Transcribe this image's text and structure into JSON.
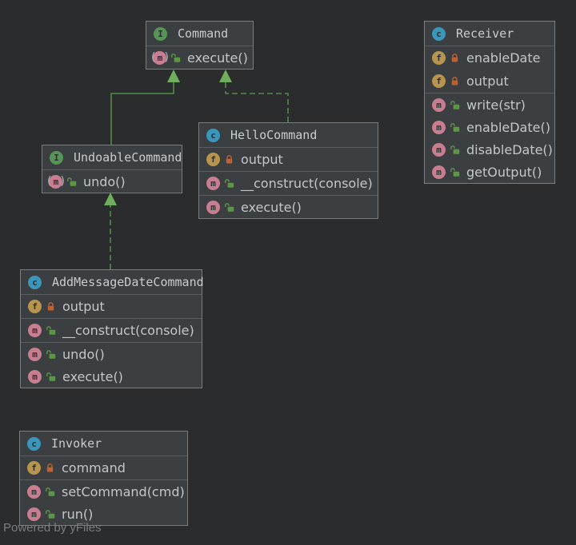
{
  "watermark": {
    "label": "Powered by yFiles"
  },
  "icons": {
    "interface_letter": "I",
    "class_letter": "c",
    "field_letter": "f",
    "method_letter": "m",
    "paren_open": "(",
    "paren_close": ")"
  },
  "colors": {
    "background": "#2a2c2e",
    "node_fill": "#3c3f42",
    "node_border": "#7a7c7e",
    "section_separator": "#5a5d60",
    "header_text": "#c9ccce",
    "member_text": "#c3c7c9",
    "edge_line_green": "#538c49",
    "edge_arrowhead_green": "#6fae5c",
    "interface_icon": "#579457",
    "class_icon": "#3a96ba",
    "field_icon": "#b8954e",
    "method_icon": "#c87e90",
    "private_lock": "#c2612e",
    "public_lock": "#5c9744",
    "watermark_text": "#7b7d7f"
  },
  "classes": [
    {
      "name": "Command",
      "kind": "interface",
      "sections": [
        {
          "kind": "methods",
          "rows": [
            {
              "label": "execute()",
              "member": "method",
              "visibility": "public",
              "abstract": true
            }
          ]
        }
      ]
    },
    {
      "name": "Receiver",
      "kind": "class",
      "sections": [
        {
          "kind": "fields",
          "rows": [
            {
              "label": "enableDate",
              "member": "field",
              "visibility": "private"
            },
            {
              "label": "output",
              "member": "field",
              "visibility": "private"
            }
          ]
        },
        {
          "kind": "methods",
          "rows": [
            {
              "label": "write(str)",
              "member": "method",
              "visibility": "public"
            },
            {
              "label": "enableDate()",
              "member": "method",
              "visibility": "public"
            },
            {
              "label": "disableDate()",
              "member": "method",
              "visibility": "public"
            },
            {
              "label": "getOutput()",
              "member": "method",
              "visibility": "public"
            }
          ]
        }
      ]
    },
    {
      "name": "HelloCommand",
      "kind": "class",
      "sections": [
        {
          "kind": "fields",
          "rows": [
            {
              "label": "output",
              "member": "field",
              "visibility": "private"
            }
          ]
        },
        {
          "kind": "constructors",
          "rows": [
            {
              "label": "__construct(console)",
              "member": "constructor",
              "visibility": "public"
            }
          ]
        },
        {
          "kind": "methods",
          "rows": [
            {
              "label": "execute()",
              "member": "method",
              "visibility": "public"
            }
          ]
        }
      ]
    },
    {
      "name": "UndoableCommand",
      "kind": "interface",
      "sections": [
        {
          "kind": "methods",
          "rows": [
            {
              "label": "undo()",
              "member": "method",
              "visibility": "public",
              "abstract": true
            }
          ]
        }
      ]
    },
    {
      "name": "AddMessageDateCommand",
      "kind": "class",
      "sections": [
        {
          "kind": "fields",
          "rows": [
            {
              "label": "output",
              "member": "field",
              "visibility": "private"
            }
          ]
        },
        {
          "kind": "constructors",
          "rows": [
            {
              "label": "__construct(console)",
              "member": "constructor",
              "visibility": "public"
            }
          ]
        },
        {
          "kind": "methods",
          "rows": [
            {
              "label": "undo()",
              "member": "method",
              "visibility": "public"
            },
            {
              "label": "execute()",
              "member": "method",
              "visibility": "public"
            }
          ]
        }
      ]
    },
    {
      "name": "Invoker",
      "kind": "class",
      "sections": [
        {
          "kind": "fields",
          "rows": [
            {
              "label": "command",
              "member": "field",
              "visibility": "private"
            }
          ]
        },
        {
          "kind": "methods",
          "rows": [
            {
              "label": "setCommand(cmd)",
              "member": "method",
              "visibility": "public"
            },
            {
              "label": "run()",
              "member": "method",
              "visibility": "public"
            }
          ]
        }
      ]
    }
  ],
  "edges": [
    {
      "from": "UndoableCommand",
      "to": "Command",
      "relation": "extends",
      "line": "solid"
    },
    {
      "from": "HelloCommand",
      "to": "Command",
      "relation": "implements",
      "line": "dashed"
    },
    {
      "from": "AddMessageDateCommand",
      "to": "UndoableCommand",
      "relation": "implements",
      "line": "dashed"
    }
  ]
}
